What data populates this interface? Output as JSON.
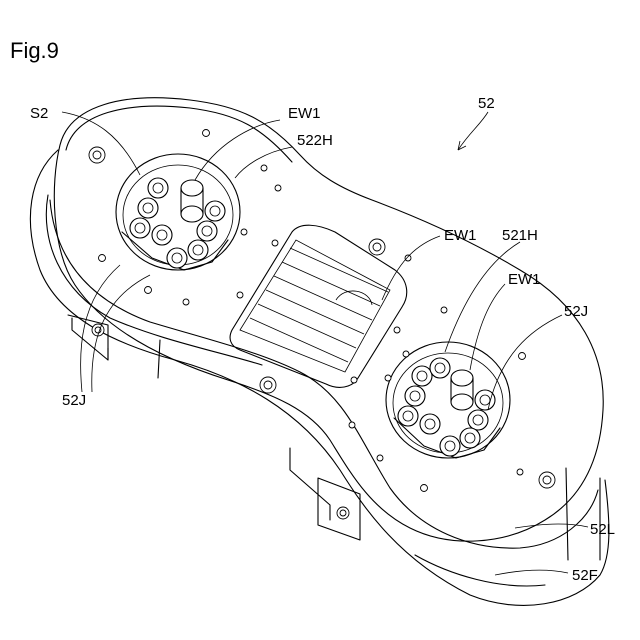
{
  "figure": {
    "title": "Fig.9"
  },
  "labels": {
    "assembly": "52",
    "s2": "S2",
    "ew1_top": "EW1",
    "hole_522": "522H",
    "ew1_mid": "EW1",
    "hole_521": "521H",
    "ew1_right": "EW1",
    "joint_right": "52J",
    "joint_left": "52J",
    "lower_plate": "52L",
    "frame": "52F"
  },
  "colors": {
    "line": "#000000",
    "background": "#ffffff"
  }
}
